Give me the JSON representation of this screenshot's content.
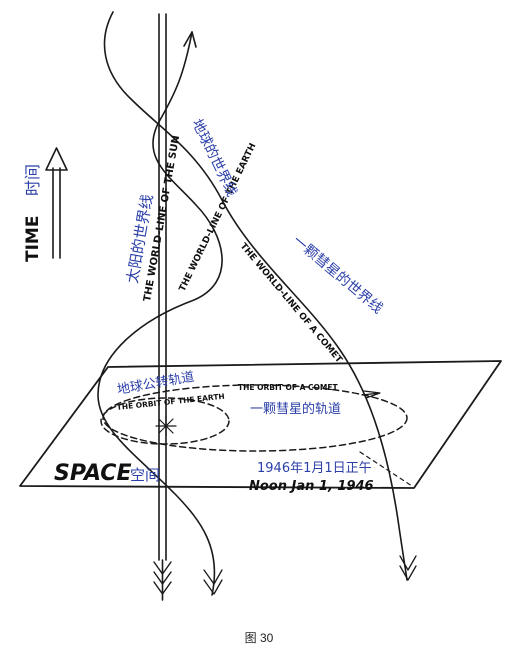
{
  "labels": {
    "time_en": "TIME",
    "time_cn": "时间",
    "space_en": "SPACE",
    "space_cn": "空间",
    "sun_line_en": "THE WORLD-LINE OF THE SUN",
    "sun_line_cn": "太阳的世界线",
    "earth_line_en": "THE WORLD-LINE OF THE EARTH",
    "earth_line_cn": "地球的世界线",
    "comet_line_en": "THE WORLD-LINE OF A COMET",
    "comet_line_cn": "一颗彗星的世界线",
    "earth_orbit_en": "THE ORBIT OF THE EARTH",
    "earth_orbit_cn": "地球公转轨道",
    "comet_orbit_en": "THE ORBIT OF A COMET",
    "comet_orbit_cn": "一颗彗星的轨道",
    "date_cn": "1946年1月1日正午",
    "date_en": "Noon Jan 1, 1946"
  },
  "caption": "图 30",
  "colors": {
    "ink": "#1a1a1a",
    "annotation": "#2b3fa8"
  }
}
